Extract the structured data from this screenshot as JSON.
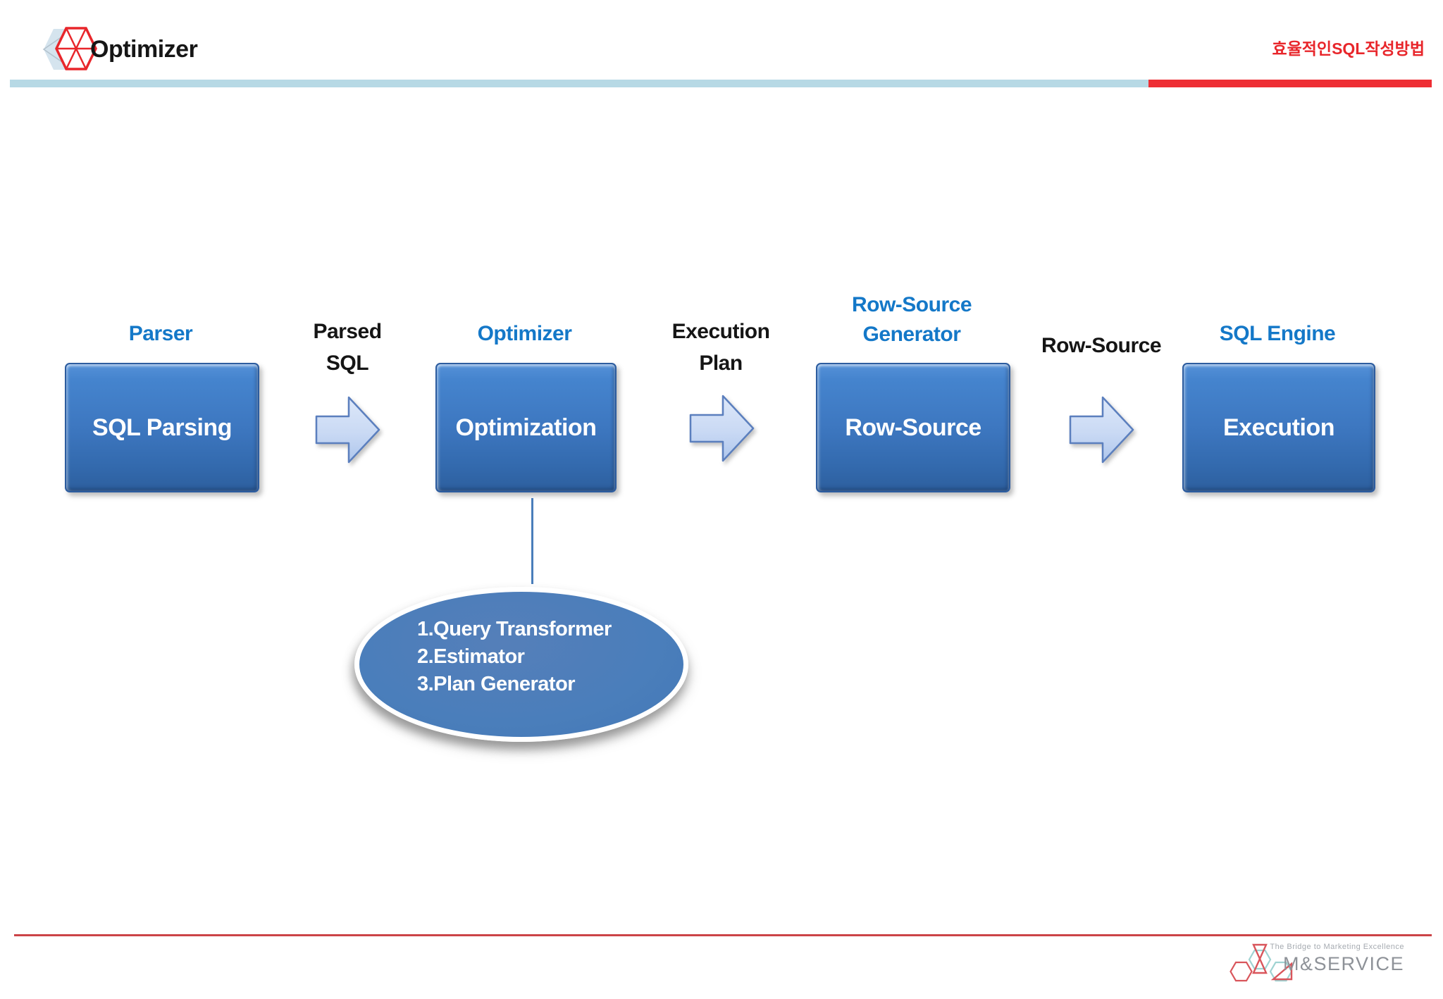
{
  "header": {
    "title": "Optimizer",
    "corner_note": "효율적인SQL작성방법"
  },
  "diagram": {
    "stages": [
      {
        "label": "Parser",
        "box": "SQL Parsing"
      },
      {
        "label": "Optimizer",
        "box": "Optimization"
      },
      {
        "label": "Row-Source Generator",
        "box": "Row-Source"
      },
      {
        "label": "SQL Engine",
        "box": "Execution"
      }
    ],
    "arrows": [
      {
        "label": "Parsed SQL"
      },
      {
        "label": "Execution Plan"
      },
      {
        "label": "Row-Source"
      }
    ],
    "optimizer_detail": {
      "items": [
        "1.Query Transformer",
        "2.Estimator",
        "3.Plan Generator"
      ]
    }
  },
  "footer": {
    "tagline": "The Bridge to Marketing Excellence",
    "brand": "M&SERVICE"
  },
  "colors": {
    "label_blue": "#1478c8",
    "box_gradient_top": "#5591d8",
    "box_gradient_bottom": "#2d5f9e",
    "ellipse_blue": "#4a7ebb",
    "arrow_fill": "#c9d9f4",
    "arrow_stroke": "#5b7fbe",
    "header_rule_blue": "#b7d9e5",
    "header_rule_red": "#ee2e34",
    "corner_note_red": "#e8262b",
    "footer_rule_red": "#cc4347"
  }
}
